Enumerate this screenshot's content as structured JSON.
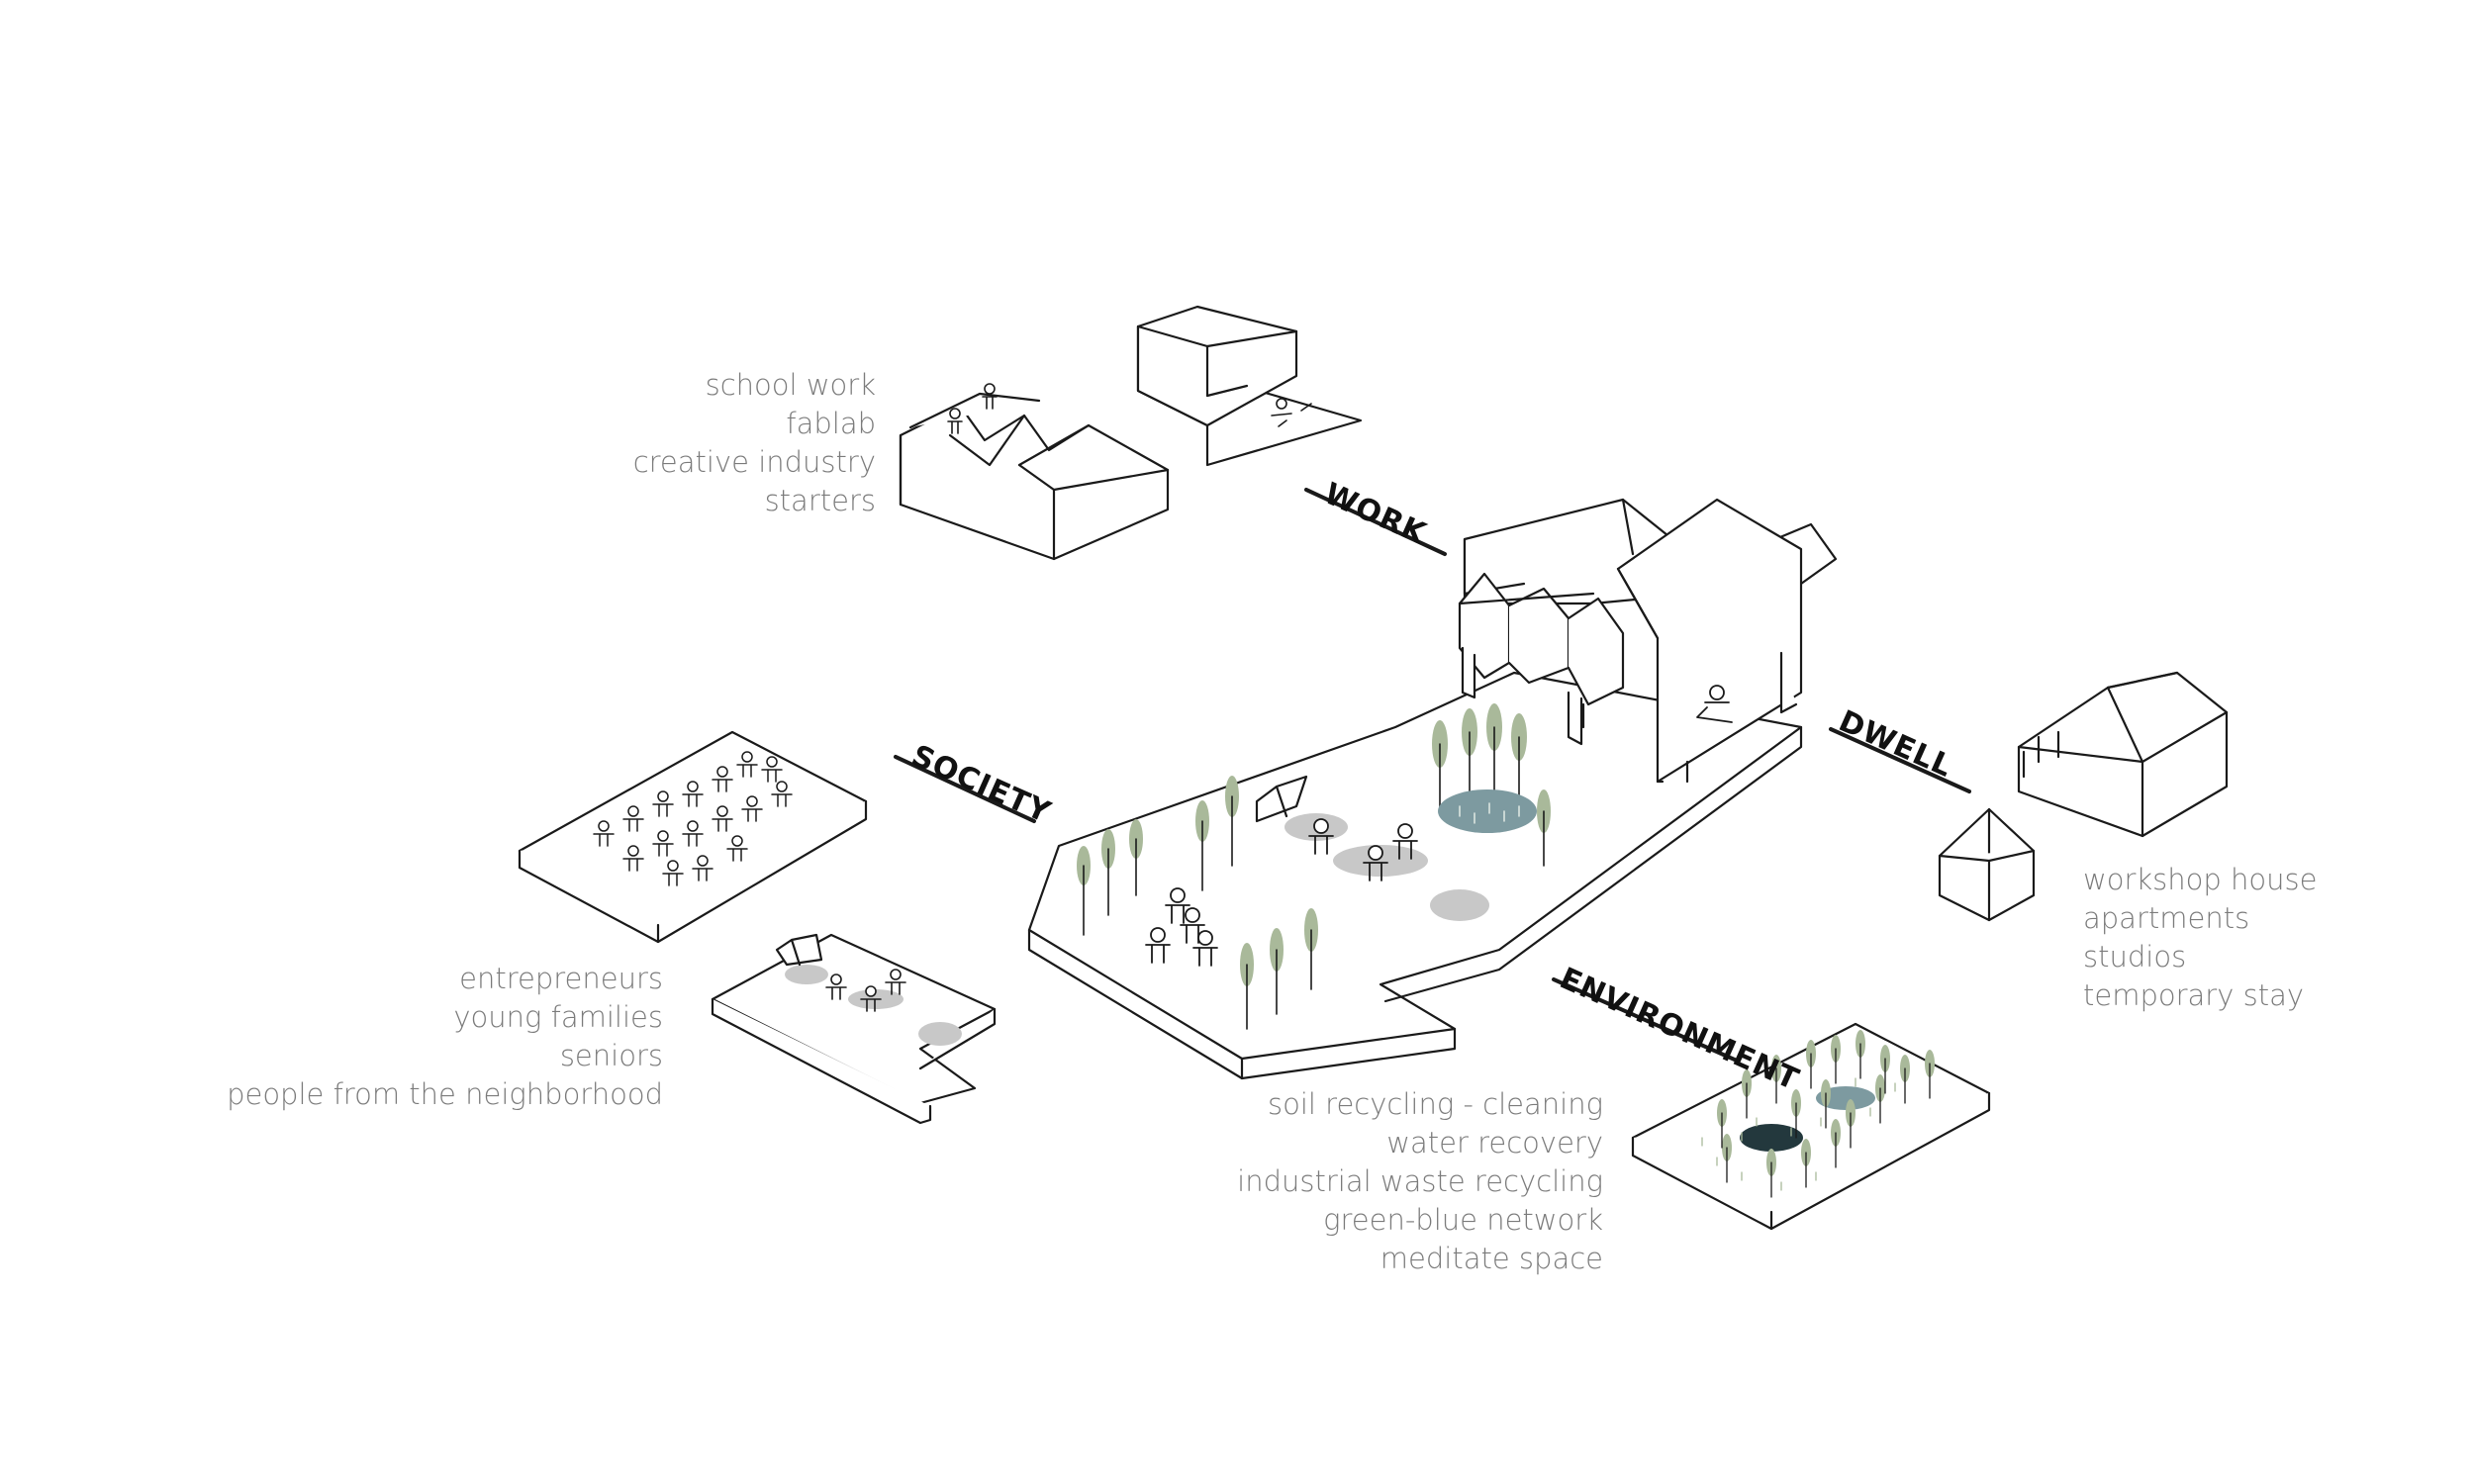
{
  "categories": {
    "work": "WORK",
    "society": "SOCIETY",
    "dwell": "DWELL",
    "environment": "ENVIRONMENT"
  },
  "work_list": [
    "school work",
    "fablab",
    "creative industry",
    "starters"
  ],
  "society_list": [
    "entrepreneurs",
    "young families",
    "seniors",
    "people from the neighborhood"
  ],
  "dwell_list": [
    "workshop house",
    "apartments",
    "studios",
    "temporary stay"
  ],
  "environment_list": [
    "soil recycling - cleaning",
    "water recovery",
    "industrial waste recycling",
    "green-blue network",
    "meditate space"
  ],
  "colors": {
    "line": "#1a1a1a",
    "tree_green": "#a9b99a",
    "water_blue": "#7d9aa0",
    "water_dark": "#23383d",
    "shadow_grey": "#c8c8c8",
    "label_grey": "#7b7b7b"
  }
}
